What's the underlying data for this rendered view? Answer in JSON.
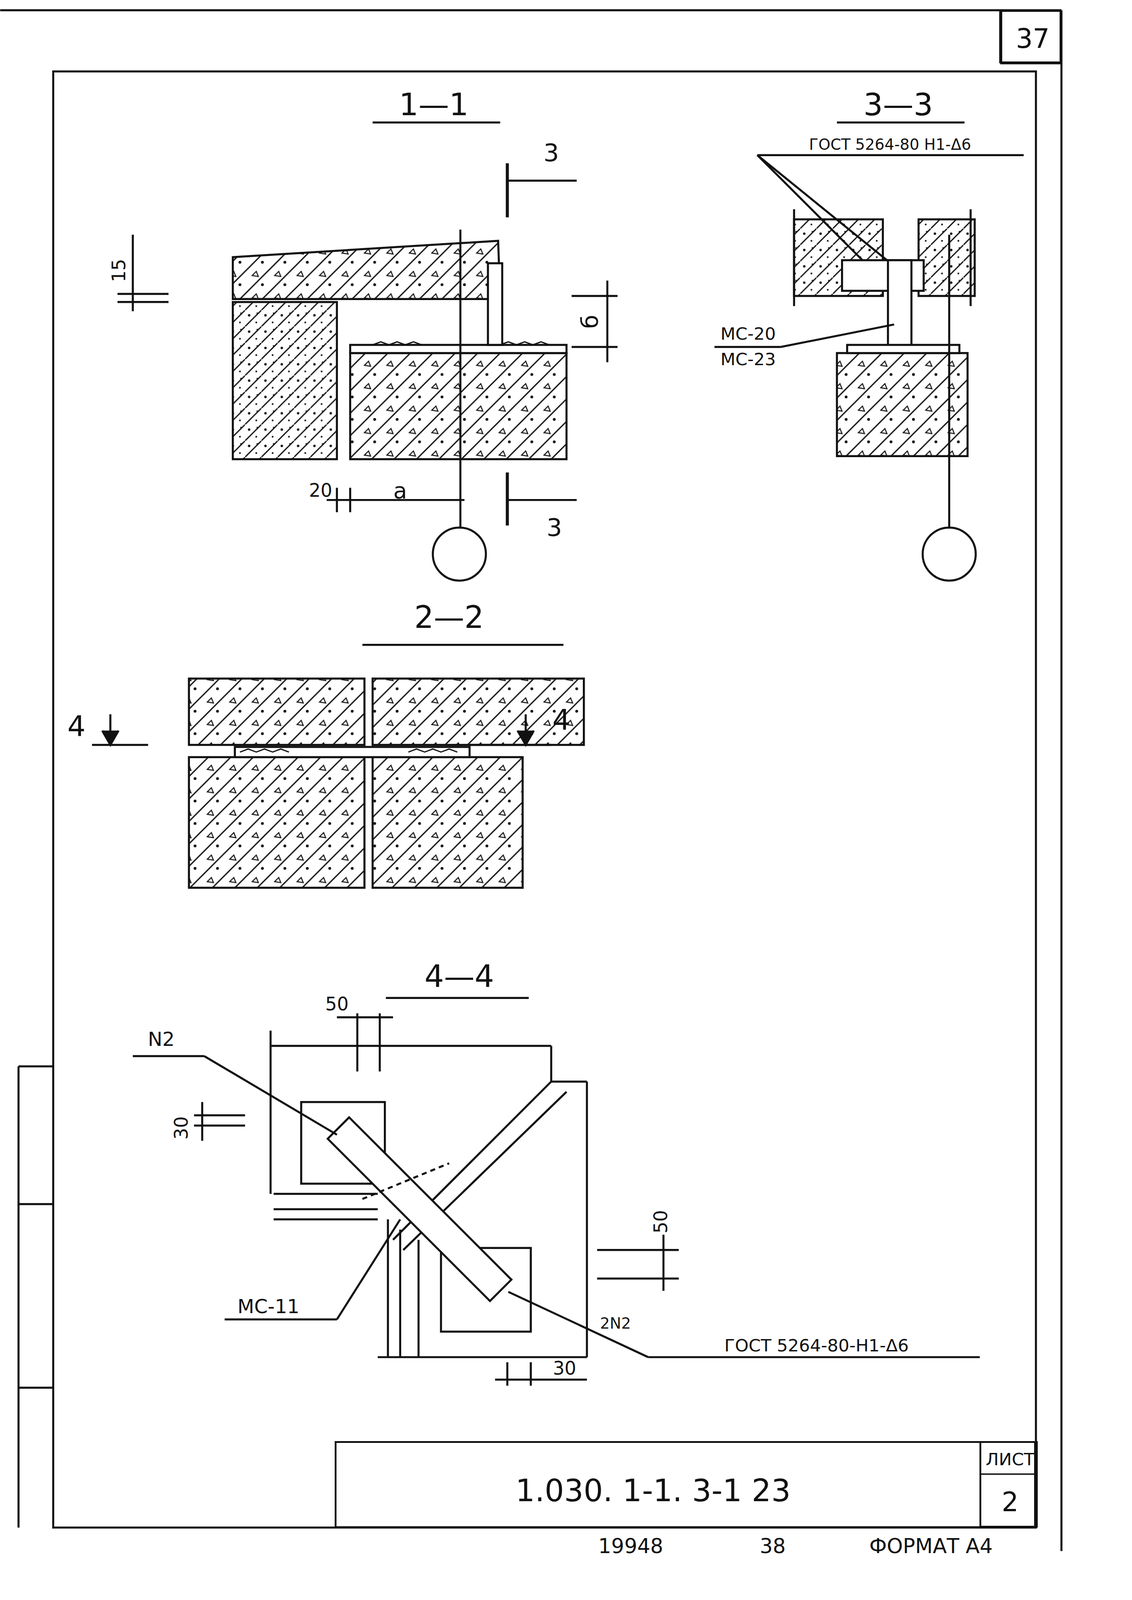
{
  "diagram": {
    "nodes": [
      {
        "text": [
          "1.030. 1-1. 3-1 23"
        ]
      },
      {
        "text": [
          "ЛИСТ",
          "2"
        ],
        "in": 0
      },
      {
        "text": [
          "37"
        ]
      }
    ],
    "labels": [
      "1—1",
      "3",
      "3",
      "15",
      "б",
      "20",
      "a",
      "3—3",
      "ГОСТ 5264-80 Н1-Δ6",
      "МС-20",
      "МС-23",
      "2—2",
      "4",
      "4",
      "4—4",
      "50",
      "N2",
      "30",
      "50",
      "МС-11",
      "2N2",
      "ГОСТ 5264-80-Н1-Δ6",
      "30",
      "19948",
      "38",
      "ФОРМАТ А4"
    ]
  }
}
